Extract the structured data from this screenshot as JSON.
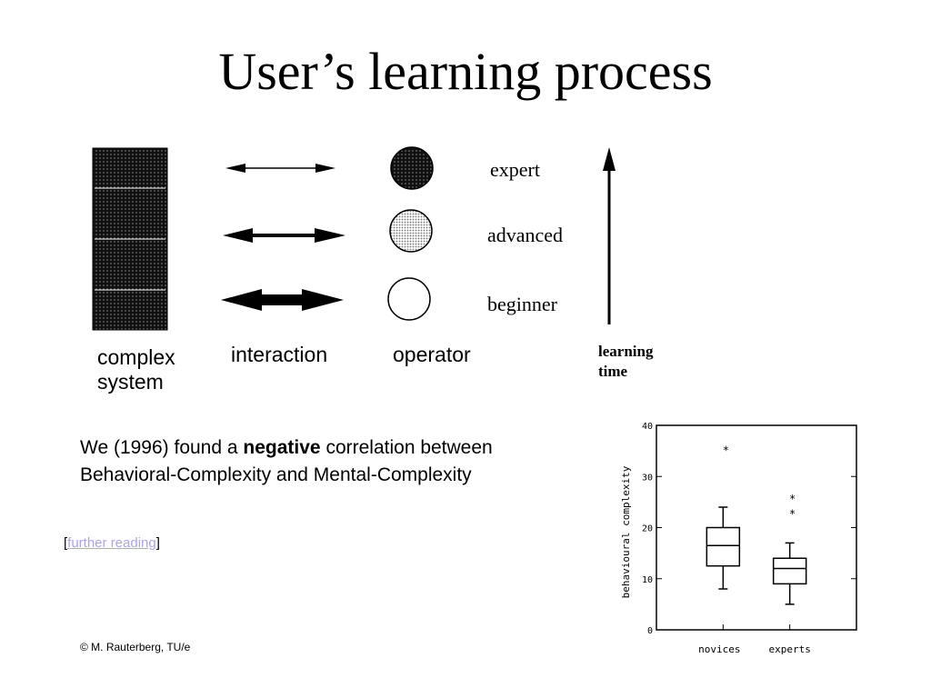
{
  "title": "User’s learning process",
  "levels": {
    "expert": "expert",
    "advanced": "advanced",
    "beginner": "beginner"
  },
  "captions": {
    "complex_system_line1": "complex",
    "complex_system_line2": "system",
    "interaction": "interaction",
    "operator": "operator"
  },
  "learning_time": {
    "line1": "learning",
    "line2": "time"
  },
  "finding": {
    "prefix": "We (1996) found a ",
    "emphasis": "negative",
    "suffix": " correlation between",
    "line2": "Behavioral-Complexity and Mental-Complexity"
  },
  "further_reading": {
    "open": "[",
    "link_text": "further reading",
    "close": "]",
    "link_color": "#a9a4f0"
  },
  "copyright": "© M. Rauterberg, TU/e",
  "chart_data": {
    "type": "boxplot",
    "ylabel": "behavioural complexity",
    "ylim": [
      0,
      40
    ],
    "yticks": [
      0,
      10,
      20,
      30,
      40
    ],
    "categories": [
      "novices",
      "experts"
    ],
    "boxes": [
      {
        "name": "novices",
        "whisker_low": 8,
        "q1": 12.5,
        "median": 16.5,
        "q3": 20,
        "whisker_high": 24,
        "outliers": [
          35.5
        ]
      },
      {
        "name": "experts",
        "whisker_low": 5,
        "q1": 9,
        "median": 12,
        "q3": 14,
        "whisker_high": 17,
        "outliers": [
          26,
          23
        ]
      }
    ]
  }
}
